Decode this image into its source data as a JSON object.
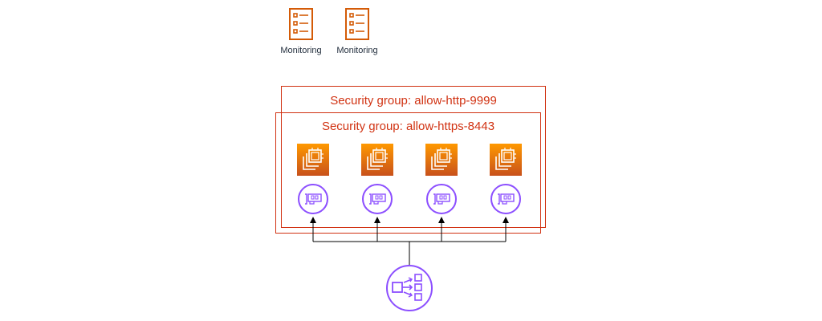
{
  "monitoring": [
    {
      "label": "Monitoring",
      "icon": "monitoring-document-icon"
    },
    {
      "label": "Monitoring",
      "icon": "monitoring-document-icon"
    }
  ],
  "security_groups": {
    "outer": {
      "title": "Security group: allow-http-9999"
    },
    "inner": {
      "title": "Security group: allow-https-8443"
    }
  },
  "instances": [
    {
      "icon": "ec2-instance-icon",
      "eni_icon": "network-interface-icon"
    },
    {
      "icon": "ec2-instance-icon",
      "eni_icon": "network-interface-icon"
    },
    {
      "icon": "ec2-instance-icon",
      "eni_icon": "network-interface-icon"
    },
    {
      "icon": "ec2-instance-icon",
      "eni_icon": "network-interface-icon"
    }
  ],
  "load_balancer": {
    "icon": "network-load-balancer-icon"
  },
  "colors": {
    "security_group": "#d13212",
    "ec2_gradient_top": "#ff9900",
    "ec2_gradient_bottom": "#c8511b",
    "networking": "#8c4fff",
    "management": "#d45b07",
    "connector": "#000000"
  }
}
